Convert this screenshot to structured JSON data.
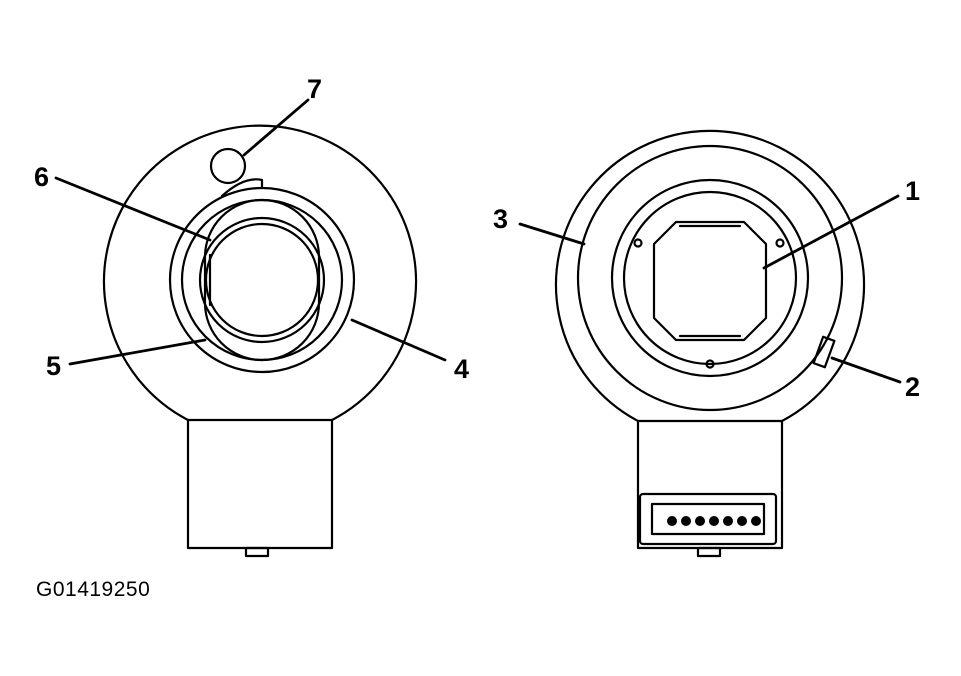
{
  "figure_id": "G01419250",
  "callouts": {
    "c1": "1",
    "c2": "2",
    "c3": "3",
    "c4": "4",
    "c5": "5",
    "c6": "6",
    "c7": "7"
  },
  "colors": {
    "line": "#000000",
    "background": "#ffffff"
  }
}
